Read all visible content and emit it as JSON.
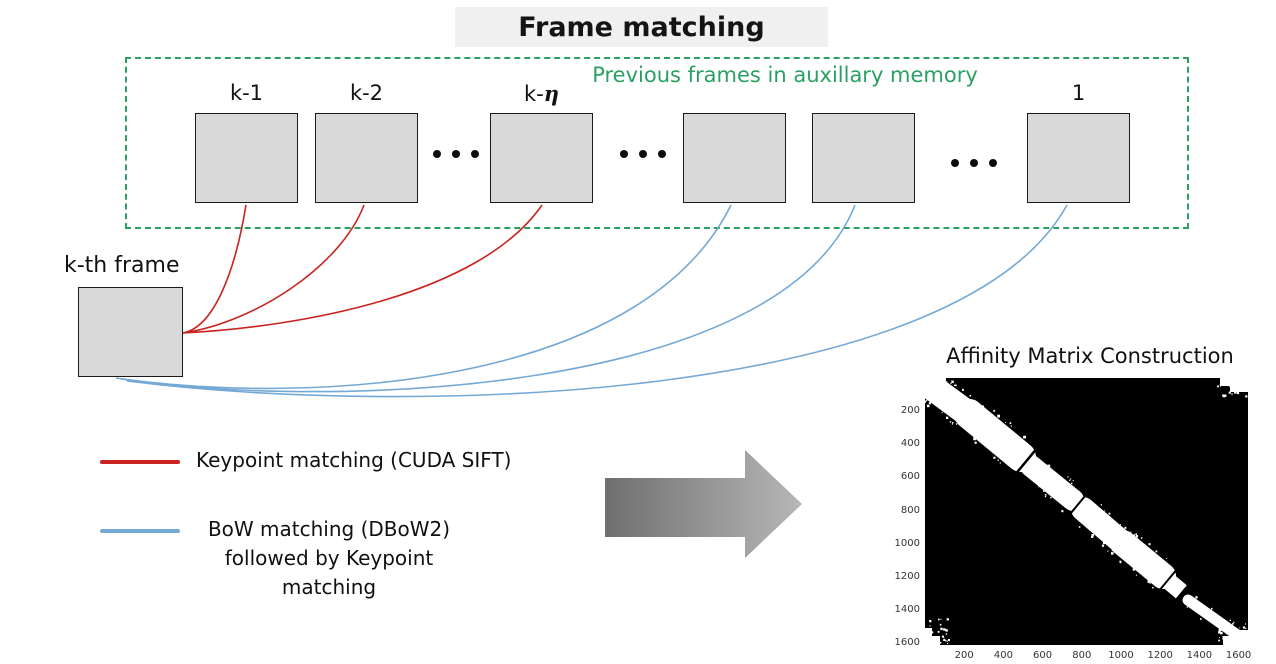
{
  "title": "Frame matching",
  "memory_box": {
    "label": "Previous frames in auxillary memory",
    "frame_labels": [
      "k-1",
      "k-2",
      "k-η",
      "",
      "",
      "1"
    ]
  },
  "kth_frame": {
    "label": "k-th frame"
  },
  "legend": {
    "items": [
      {
        "color_key": "red",
        "lines": [
          "Keypoint matching (CUDA SIFT)"
        ]
      },
      {
        "color_key": "blue",
        "lines": [
          "BoW matching (DBoW2)",
          "followed by Keypoint",
          "matching"
        ]
      }
    ]
  },
  "affinity_plot": {
    "title": "Affinity Matrix Construction",
    "x_ticks": [
      200,
      400,
      600,
      800,
      1000,
      1200,
      1400,
      1600
    ],
    "y_ticks": [
      200,
      400,
      600,
      800,
      1000,
      1200,
      1400,
      1600
    ],
    "x_range": [
      0,
      1650
    ],
    "y_range": [
      0,
      1600
    ],
    "content": "binary matrix: black background with ragged white diagonal band from top-left to bottom-right, white patches in all four corners"
  },
  "colors": {
    "red": "#c8231e",
    "blue": "#74a9d6",
    "green": "#2aa163",
    "square_fill": "#d9d9d9",
    "title_bg": "#f0f0f0",
    "arrow_dark": "#6f6f6f",
    "arrow_light": "#b7b7b7"
  }
}
